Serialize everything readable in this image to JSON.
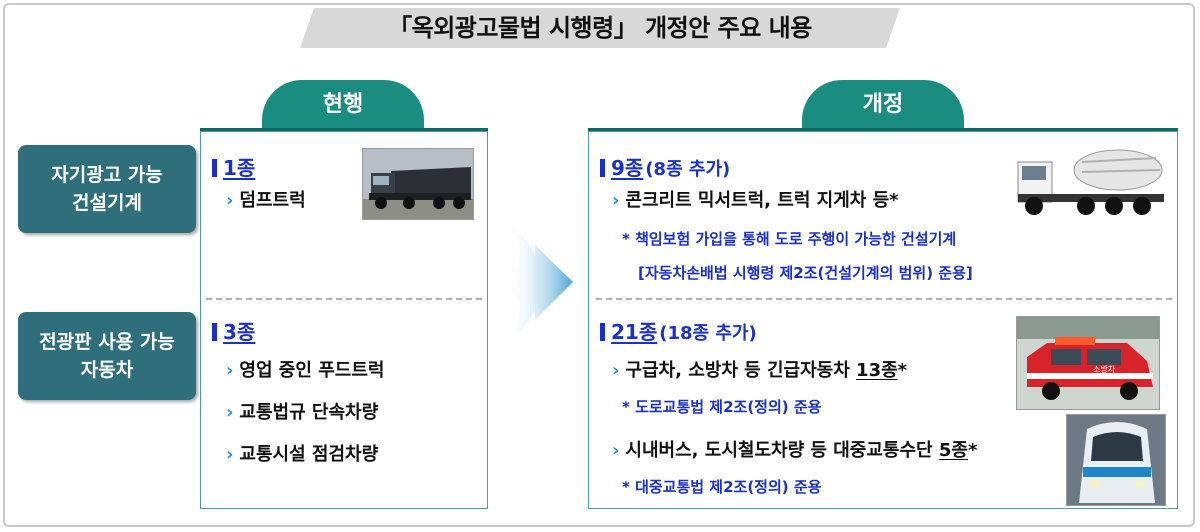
{
  "title": "「옥외광고물법 시행령」 개정안 주요 내용",
  "tabs": {
    "current": "현행",
    "revised": "개정"
  },
  "rows": [
    {
      "label_line1": "자기광고 가능",
      "label_line2": "건설기계"
    },
    {
      "label_line1": "전광판 사용 가능",
      "label_line2": "자동차"
    }
  ],
  "current": {
    "section1": {
      "count": "1종",
      "items": [
        "덤프트럭"
      ]
    },
    "section2": {
      "count": "3종",
      "items": [
        "영업 중인 푸드트럭",
        "교통법규 단속차량",
        "교통시설 점검차량"
      ]
    }
  },
  "revised": {
    "section1": {
      "count": "9종",
      "added": "(8종 추가)",
      "item": "콘크리트 믹서트럭, 트럭 지게차 등*",
      "note1": "* 책임보험 가입을 통해 도로 주행이 가능한 건설기계",
      "note2": "[자동차손배법 시행령 제2조(건설기계의 범위) 준용]"
    },
    "section2": {
      "count": "21종",
      "added": "(18종 추가)",
      "item1_pre": "구급차, 소방차 등 긴급자동차 ",
      "item1_num": "13종",
      "item1_post": "*",
      "note1": "* 도로교통법 제2조(정의) 준용",
      "item2_pre": "시내버스, 도시철도차량 등 대중교통수단 ",
      "item2_num": "5종",
      "item2_post": "*",
      "note2": "* 대중교통법 제2조(정의) 준용"
    }
  },
  "photos": {
    "dump_truck_text": "",
    "fire_truck_text": "소방차"
  },
  "colors": {
    "teal": "#1b8c80",
    "label_bg": "#2f6f7b",
    "blue": "#1a30c8",
    "chevron": "#2f8fd0"
  }
}
